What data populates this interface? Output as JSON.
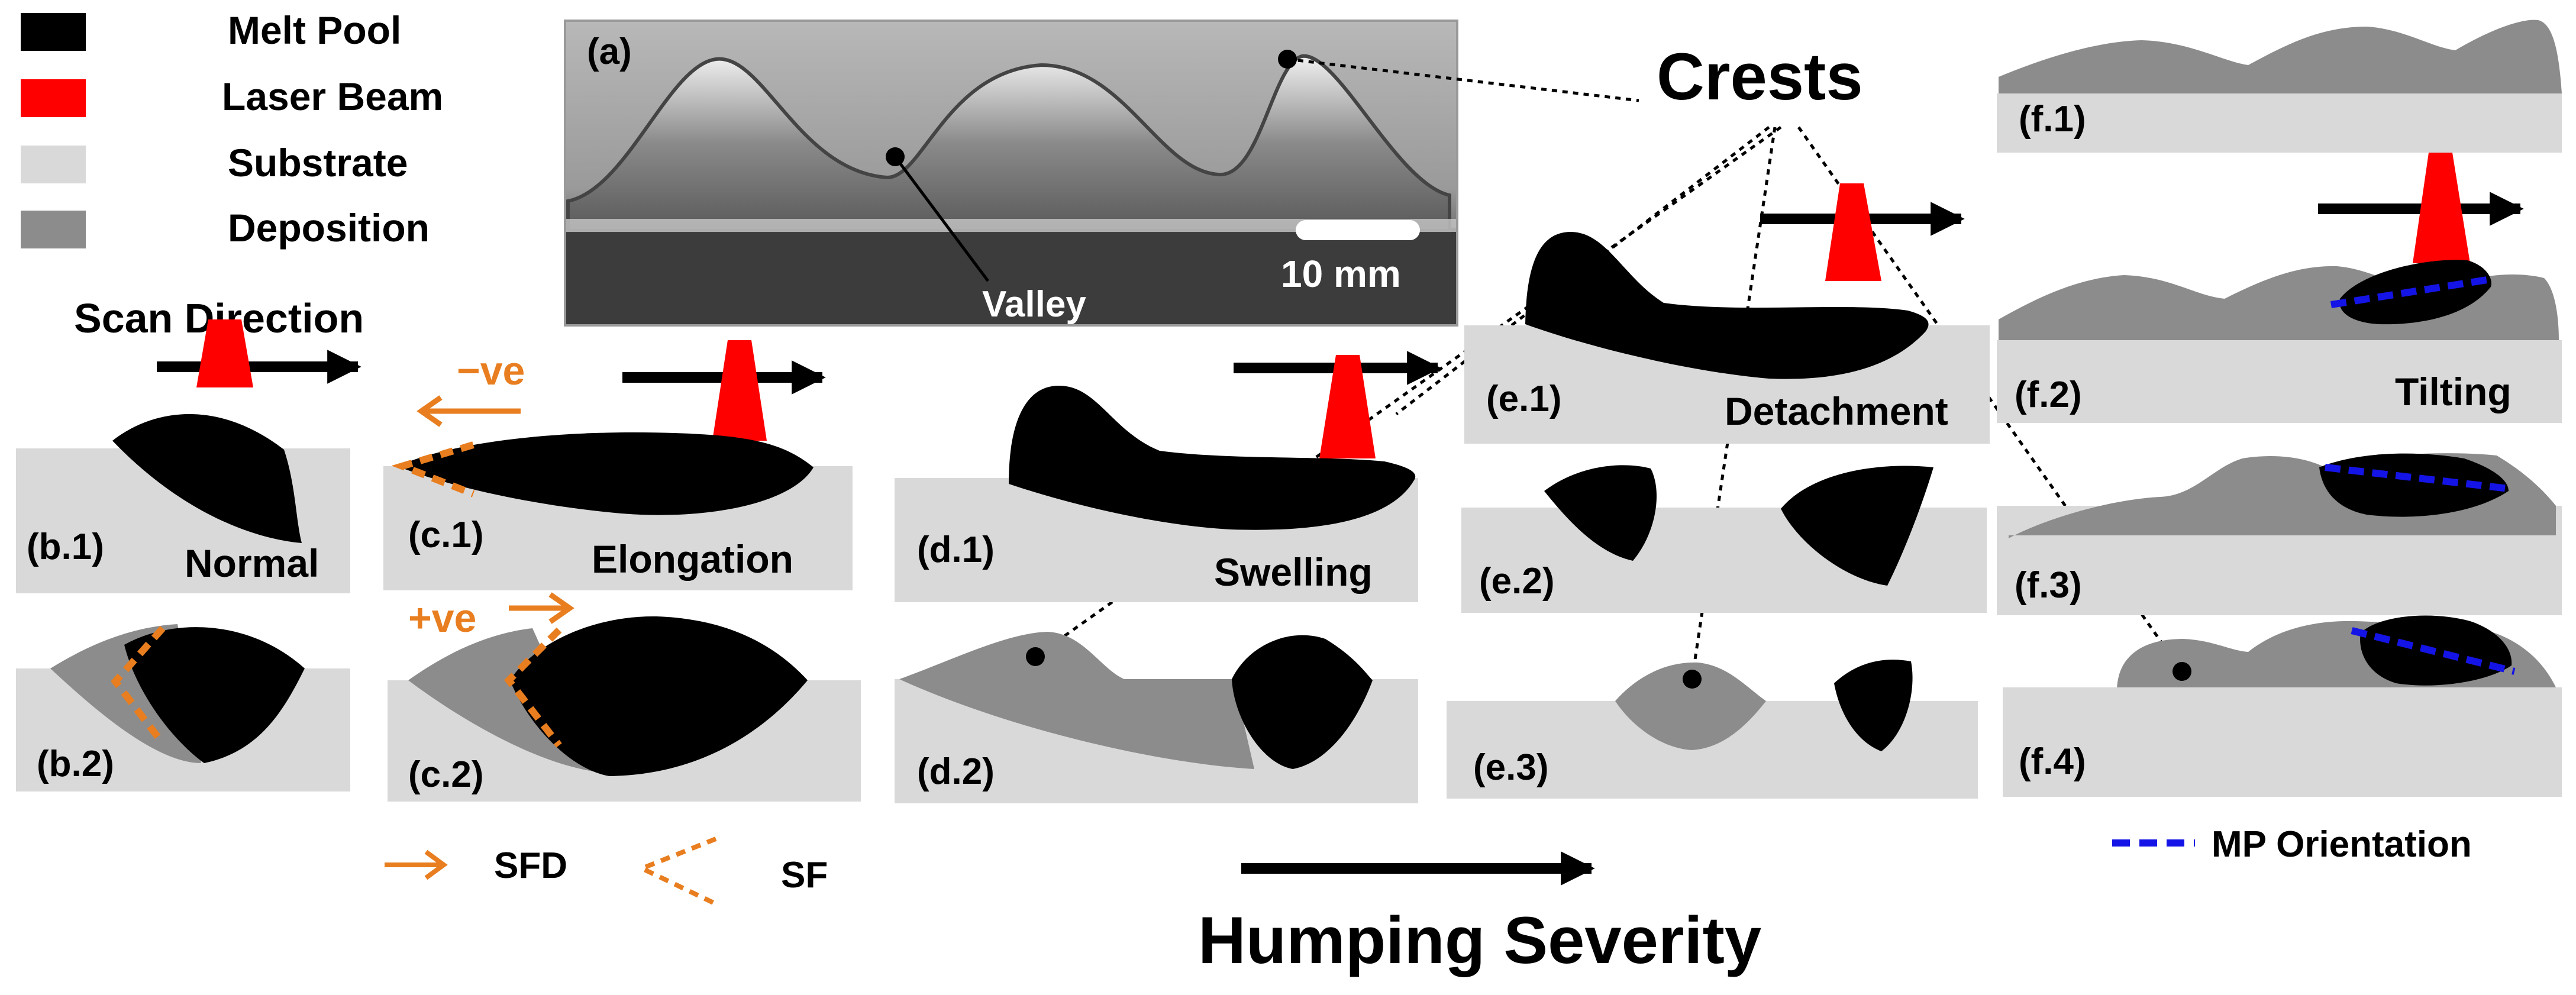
{
  "legend": {
    "melt_pool": "Melt Pool",
    "laser_beam": "Laser Beam",
    "substrate": "Substrate",
    "deposition": "Deposition"
  },
  "labels": {
    "scan_direction": "Scan Direction",
    "valley": "Valley",
    "scale": "10 mm",
    "crests": "Crests",
    "normal": "Normal",
    "elongation": "Elongation",
    "swelling": "Swelling",
    "detachment": "Detachment",
    "tilting": "Tilting",
    "neg_ve": "−ve",
    "pos_ve": "+ve",
    "sfd": "SFD",
    "sf": "SF",
    "mp_orientation": "MP Orientation",
    "humping_severity": "Humping Severity"
  },
  "panels": {
    "a": "(a)",
    "b1": "(b.1)",
    "b2": "(b.2)",
    "c1": "(c.1)",
    "c2": "(c.2)",
    "d1": "(d.1)",
    "d2": "(d.2)",
    "e1": "(e.1)",
    "e2": "(e.2)",
    "e3": "(e.3)",
    "f1": "(f.1)",
    "f2": "(f.2)",
    "f3": "(f.3)",
    "f4": "(f.4)"
  },
  "colors": {
    "melt_pool": "#000000",
    "laser_beam": "#ff0000",
    "substrate": "#d9d9d9",
    "deposition": "#8c8c8c",
    "shape_factor": "#e87e1f",
    "orientation": "#1414e6"
  }
}
